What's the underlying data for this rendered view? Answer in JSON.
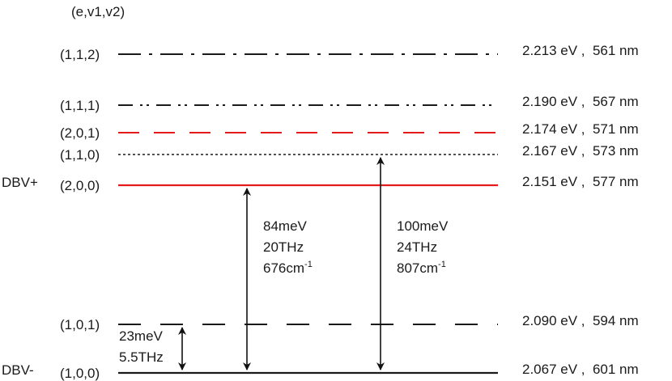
{
  "header": "(e,v1,v2)",
  "levels": [
    {
      "state": "(1,1,2)",
      "energy": "2.213 eV ,  561 nm",
      "line_style": "dash-dot",
      "color": "#1a1a1a"
    },
    {
      "state": "(1,1,1)",
      "energy": "2.190 eV ,  567 nm",
      "line_style": "dash-dot-dot",
      "color": "#1a1a1a"
    },
    {
      "state": "(2,0,1)",
      "energy": "2.174 eV ,  571 nm",
      "line_style": "dash",
      "color": "#e31b1b"
    },
    {
      "state": "(1,1,0)",
      "energy": "2.167 eV ,  573 nm",
      "line_style": "dotted",
      "color": "#1a1a1a"
    },
    {
      "state": "(2,0,0)",
      "energy": "2.151 eV ,  577 nm",
      "line_style": "solid",
      "color": "#e31b1b",
      "side_label": "DBV+",
      "side_color": "#e31b1b"
    },
    {
      "state": "(1,0,1)",
      "energy": "2.090 eV ,  594 nm",
      "line_style": "long-dash",
      "color": "#1a1a1a"
    },
    {
      "state": "(1,0,0)",
      "energy": "2.067 eV ,  601 nm",
      "line_style": "solid",
      "color": "#1a1a1a",
      "side_label": "DBV-",
      "side_color": "#1a1a1a"
    }
  ],
  "transitions": [
    {
      "from": "(1,0,0)",
      "to": "(2,0,0)",
      "lines": [
        "84meV",
        "20THz",
        "676cm"
      ],
      "superscript": "-1"
    },
    {
      "from": "(1,0,0)",
      "to": "(1,1,0)",
      "lines": [
        "100meV",
        "24THz",
        "807cm"
      ],
      "superscript": "-1"
    },
    {
      "from": "(1,0,0)",
      "to": "(1,0,1)",
      "lines": [
        "23meV",
        "5.5THz"
      ],
      "superscript": ""
    }
  ]
}
